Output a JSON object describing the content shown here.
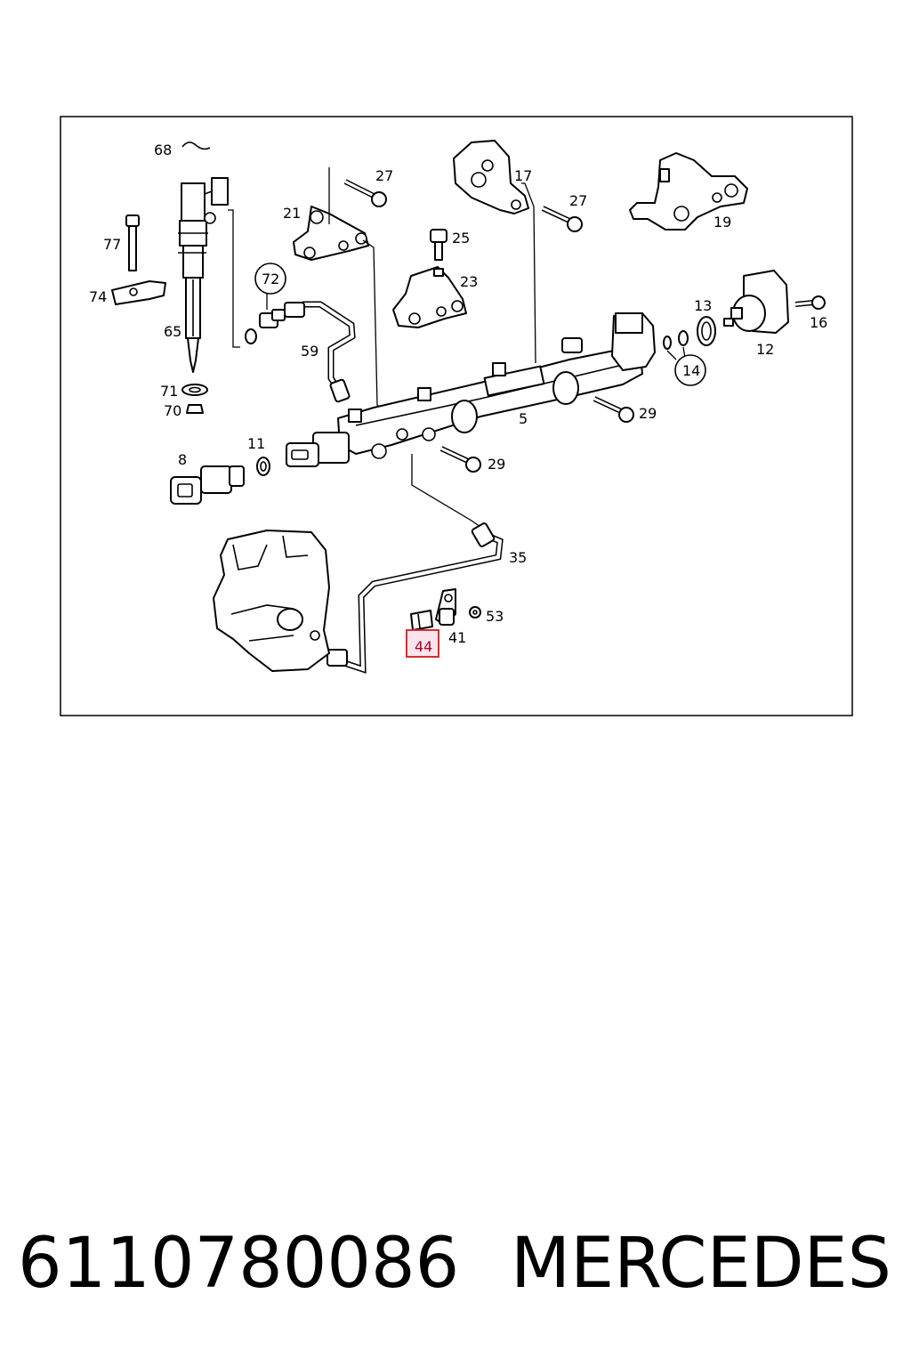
{
  "callouts": {
    "c68": "68",
    "c77": "77",
    "c74": "74",
    "c65": "65",
    "c71": "71",
    "c70": "70",
    "c72": "72",
    "c21": "21",
    "c27a": "27",
    "c17": "17",
    "c27b": "27",
    "c19": "19",
    "c25": "25",
    "c23": "23",
    "c59": "59",
    "c13": "13",
    "c16": "16",
    "c12": "12",
    "c14": "14",
    "c5": "5",
    "c29a": "29",
    "c29b": "29",
    "c8": "8",
    "c11": "11",
    "c35": "35",
    "c53": "53",
    "c41": "41",
    "c44": "44"
  },
  "highlight": {
    "label": "44",
    "color": "#d32f2f",
    "fill": "#fce4ec"
  },
  "footer": {
    "part_number": "6110780086",
    "brand": "MERCEDES"
  }
}
